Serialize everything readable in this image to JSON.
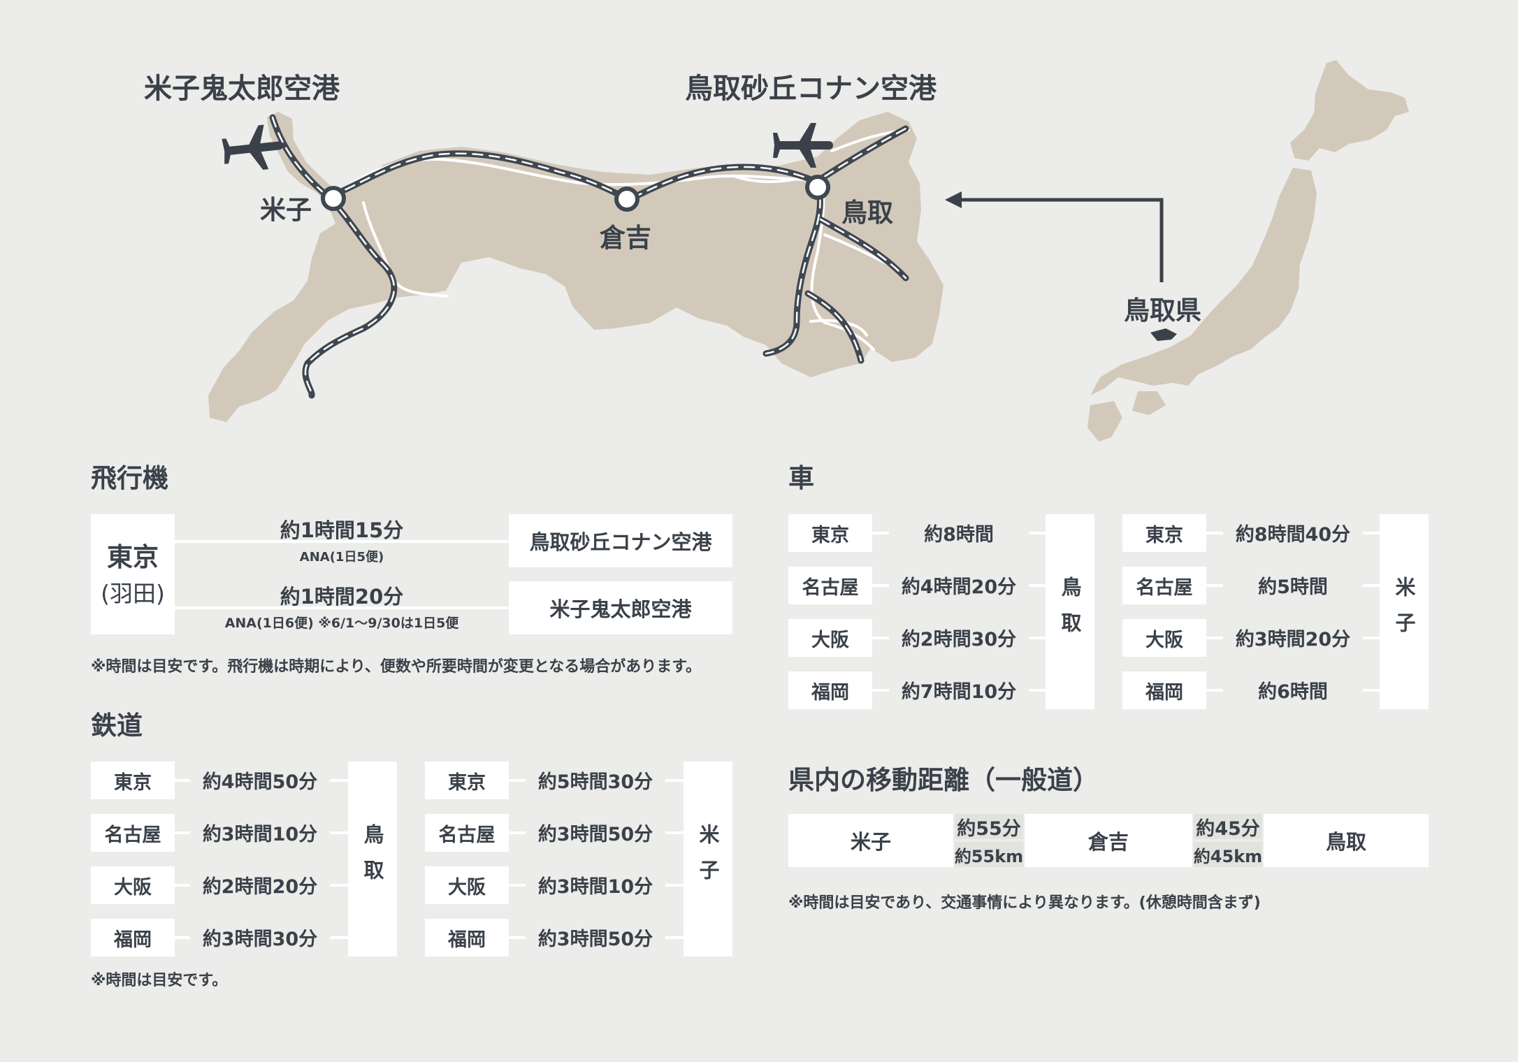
{
  "map": {
    "airport_yonago": "米子鬼太郎空港",
    "airport_tottori": "鳥取砂丘コナン空港",
    "city_yonago": "米子",
    "city_kurayoshi": "倉吉",
    "city_tottori": "鳥取",
    "prefecture": "鳥取県",
    "colors": {
      "land": "#d3c9bb",
      "rail": "#3f4750",
      "road": "#ffffff",
      "dark": "#3a4149"
    },
    "icons": [
      "airplane-icon",
      "station-marker-icon",
      "arrow-left-icon"
    ]
  },
  "airplane": {
    "title": "飛行機",
    "origin_city": "東京",
    "origin_sub": "(羽田)",
    "routes": [
      {
        "time": "約1時間15分",
        "note": "ANA(1日5便)",
        "dest": "鳥取砂丘コナン空港"
      },
      {
        "time": "約1時間20分",
        "note": "ANA(1日6便) ※6/1～9/30は1日5便",
        "dest": "米子鬼太郎空港"
      }
    ],
    "footnote": "※時間は目安です。飛行機は時期により、便数や所要時間が変更となる場合があります。"
  },
  "rail": {
    "title": "鉄道",
    "tottori": {
      "dest": "鳥取",
      "rows": [
        {
          "from": "東京",
          "time": "約4時間50分"
        },
        {
          "from": "名古屋",
          "time": "約3時間10分"
        },
        {
          "from": "大阪",
          "time": "約2時間20分"
        },
        {
          "from": "福岡",
          "time": "約3時間30分"
        }
      ]
    },
    "yonago": {
      "dest": "米子",
      "rows": [
        {
          "from": "東京",
          "time": "約5時間30分"
        },
        {
          "from": "名古屋",
          "time": "約3時間50分"
        },
        {
          "from": "大阪",
          "time": "約3時間10分"
        },
        {
          "from": "福岡",
          "time": "約3時間50分"
        }
      ]
    },
    "footnote": "※時間は目安です。"
  },
  "car": {
    "title": "車",
    "tottori": {
      "dest": "鳥取",
      "rows": [
        {
          "from": "東京",
          "time": "約8時間"
        },
        {
          "from": "名古屋",
          "time": "約4時間20分"
        },
        {
          "from": "大阪",
          "time": "約2時間30分"
        },
        {
          "from": "福岡",
          "time": "約7時間10分"
        }
      ]
    },
    "yonago": {
      "dest": "米子",
      "rows": [
        {
          "from": "東京",
          "time": "約8時間40分"
        },
        {
          "from": "名古屋",
          "time": "約5時間"
        },
        {
          "from": "大阪",
          "time": "約3時間20分"
        },
        {
          "from": "福岡",
          "time": "約6時間"
        }
      ]
    }
  },
  "intra": {
    "title": "県内の移動距離（一般道）",
    "cities": [
      "米子",
      "倉吉",
      "鳥取"
    ],
    "legs": [
      {
        "time": "約55分",
        "dist": "約55km"
      },
      {
        "time": "約45分",
        "dist": "約45km"
      }
    ],
    "footnote": "※時間は目安であり、交通事情により異なります。(休憩時間含まず)"
  }
}
